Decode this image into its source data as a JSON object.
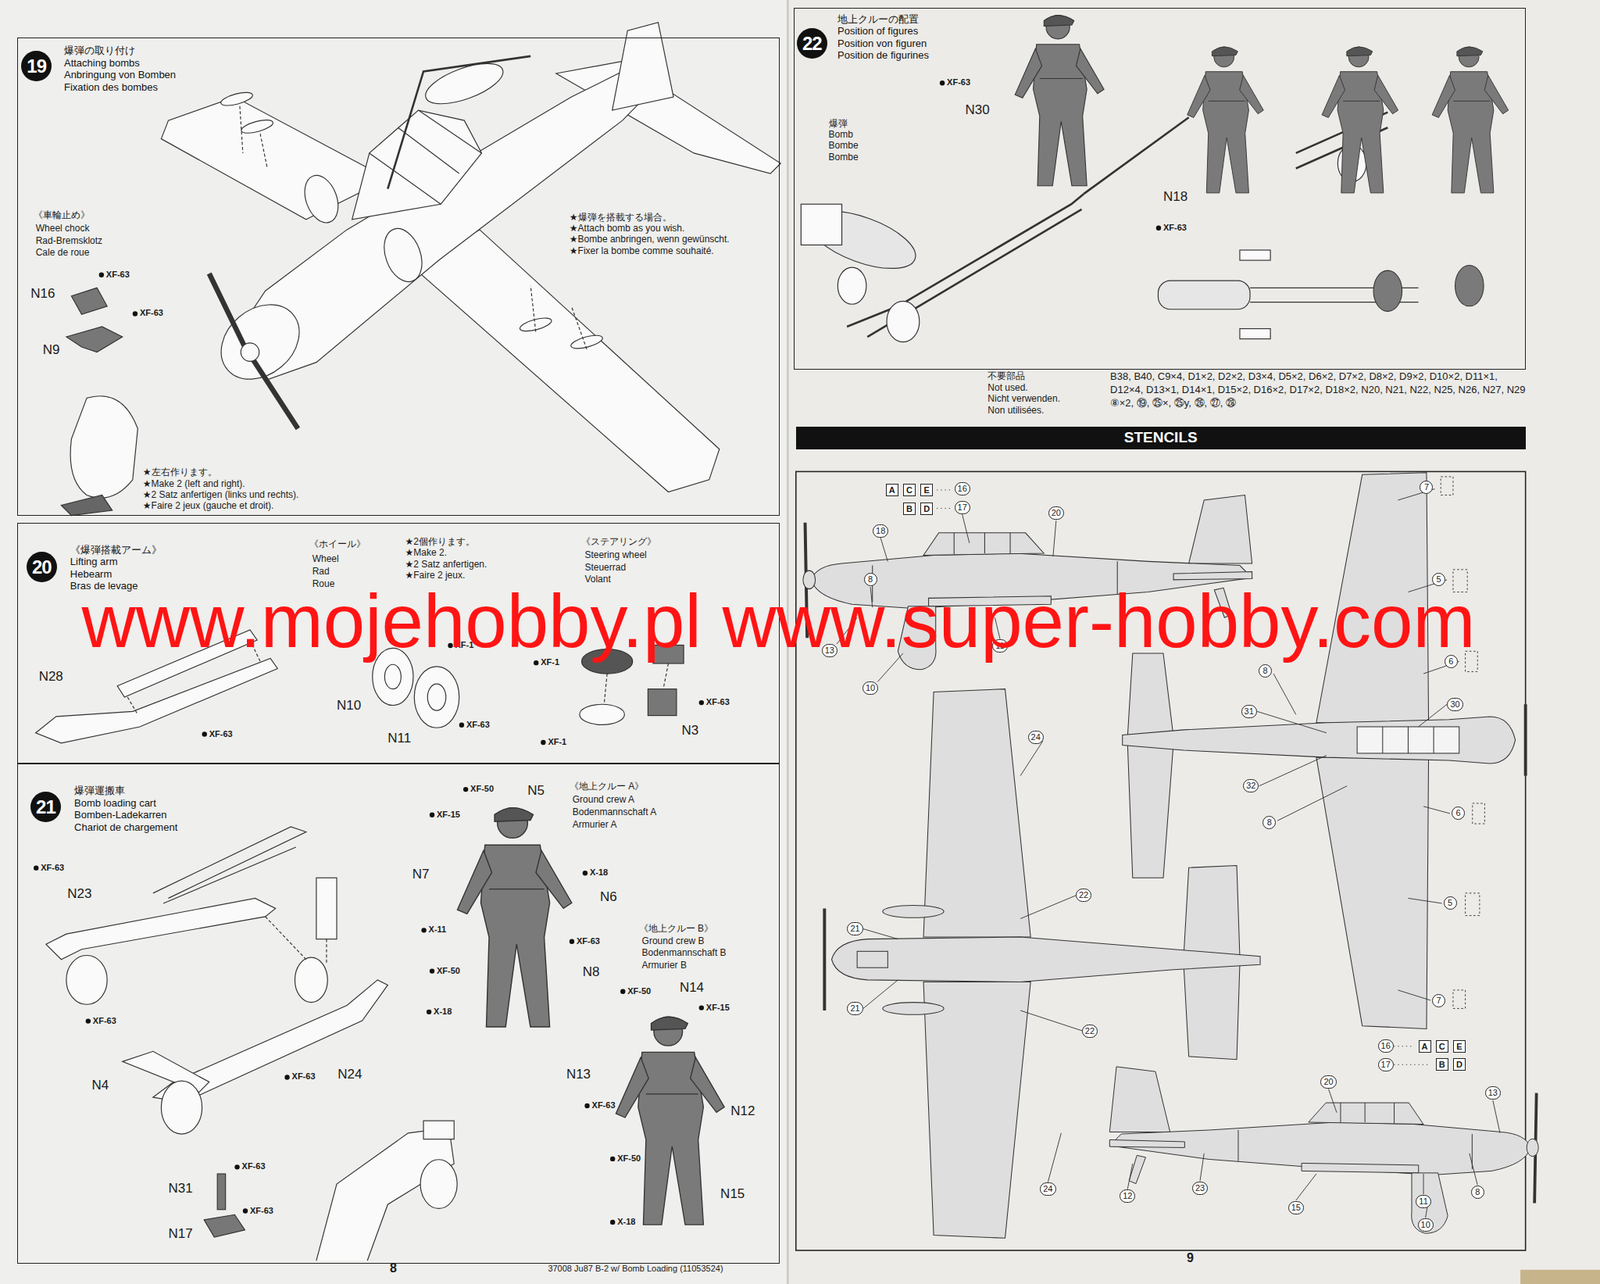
{
  "diagram": {
    "nodes": [
      {
        "text": [
          "爆弾の取り付け",
          "Attaching bombs",
          "Anbringung von Bomben",
          "Fixation des bombes"
        ]
      },
      {
        "text": [
          "19"
        ],
        "in": 0
      },
      {
        "text": [
          "《爆弾搭載アーム》",
          "Lifting arm",
          "Hebearm",
          "Bras de levage"
        ]
      },
      {
        "text": [
          "20"
        ],
        "in": 2
      },
      {
        "text": [
          "爆弾運搬車",
          "Bomb loading cart",
          "Bomben-Ladekarren",
          "Chariot de chargement"
        ]
      },
      {
        "text": [
          "21"
        ],
        "in": 4
      },
      {
        "text": [
          "地上クルーの配置",
          "Position of figures",
          "Position von figuren",
          "Position de figurines"
        ]
      },
      {
        "text": [
          "22"
        ],
        "in": 6
      },
      {
        "text": [
          "STENCILS"
        ]
      }
    ],
    "labels": [
      "《車輪止め》",
      "Wheel chock",
      "Rad-Bremsklotz",
      "Cale de roue",
      "XF-63",
      "N16",
      "XF-63",
      "N9",
      "★爆弾を搭載する場合。",
      "★Attach bomb as you wish.",
      "★Bombe anbringen, wenn gewünscht.",
      "★Fixer la bombe comme souhaité.",
      "★左右作ります。",
      "★Make 2 (left and right).",
      "★2 Satz anfertigen (links und rechts).",
      "★Faire 2 jeux (gauche et droit).",
      "《ホイール》",
      "Wheel",
      "Rad",
      "Roue",
      "★2個作ります。",
      "★Make 2.",
      "★2 Satz anfertigen.",
      "★Faire 2 jeux.",
      "《ステアリング》",
      "Steering wheel",
      "Steuerrad",
      "Volant",
      "N28",
      "XF-63",
      "XF-1",
      "N10",
      "N11",
      "XF-63",
      "XF-1",
      "XF-63",
      "N3",
      "XF-1",
      "XF-63",
      "N23",
      "XF-63",
      "N4",
      "XF-63",
      "N24",
      "XF-63",
      "N31",
      "XF-63",
      "N17",
      "《地上クルー A》",
      "Ground crew A",
      "Bodenmannschaft A",
      "Armurier A",
      "XF-50",
      "N5",
      "XF-15",
      "N7",
      "X-18",
      "N6",
      "X-11",
      "XF-63",
      "XF-50",
      "N8",
      "X-18",
      "《地上クルー B》",
      "Ground crew B",
      "Bodenmannschaft B",
      "Armurier B",
      "XF-50",
      "N14",
      "XF-15",
      "N13",
      "XF-63",
      "N12",
      "XF-50",
      "N15",
      "X-18",
      "8",
      "37008 Ju87 B-2 w/ Bomb Loading (11053524)",
      "9",
      "XF-63",
      "N30",
      "爆弾",
      "Bomb",
      "Bombe",
      "Bombe",
      "N18",
      "XF-63",
      "不要部品",
      "Not used.",
      "Nicht verwenden.",
      "Non utilisées.",
      "B38, B40, C9×4, D1×2, D2×2, D3×4, D5×2, D6×2, D7×2, D8×2, D9×2, D10×2, D11×1, D12×4, D13×1, D14×1, D15×2, D16×2, D17×2, D18×2, N20, N21, N22, N25, N26, N27, N29 ⑧×2, ⑲, ㉕×, ㉕y, ㉖, ㉗, ㉘",
      "A",
      "C",
      "E",
      "B",
      "D",
      "16",
      "17",
      "20",
      "18",
      "8",
      "13",
      "10",
      "11",
      "7",
      "5",
      "6",
      "8",
      "31",
      "30",
      "32",
      "8",
      "6",
      "5",
      "7",
      "24",
      "22",
      "21",
      "21",
      "22",
      "16",
      "17",
      "A",
      "C",
      "E",
      "B",
      "D",
      "20",
      "13",
      "24",
      "12",
      "23",
      "15",
      "11",
      "8",
      "10",
      "www.mojehobby.pl www.super-hobby.com"
    ]
  }
}
